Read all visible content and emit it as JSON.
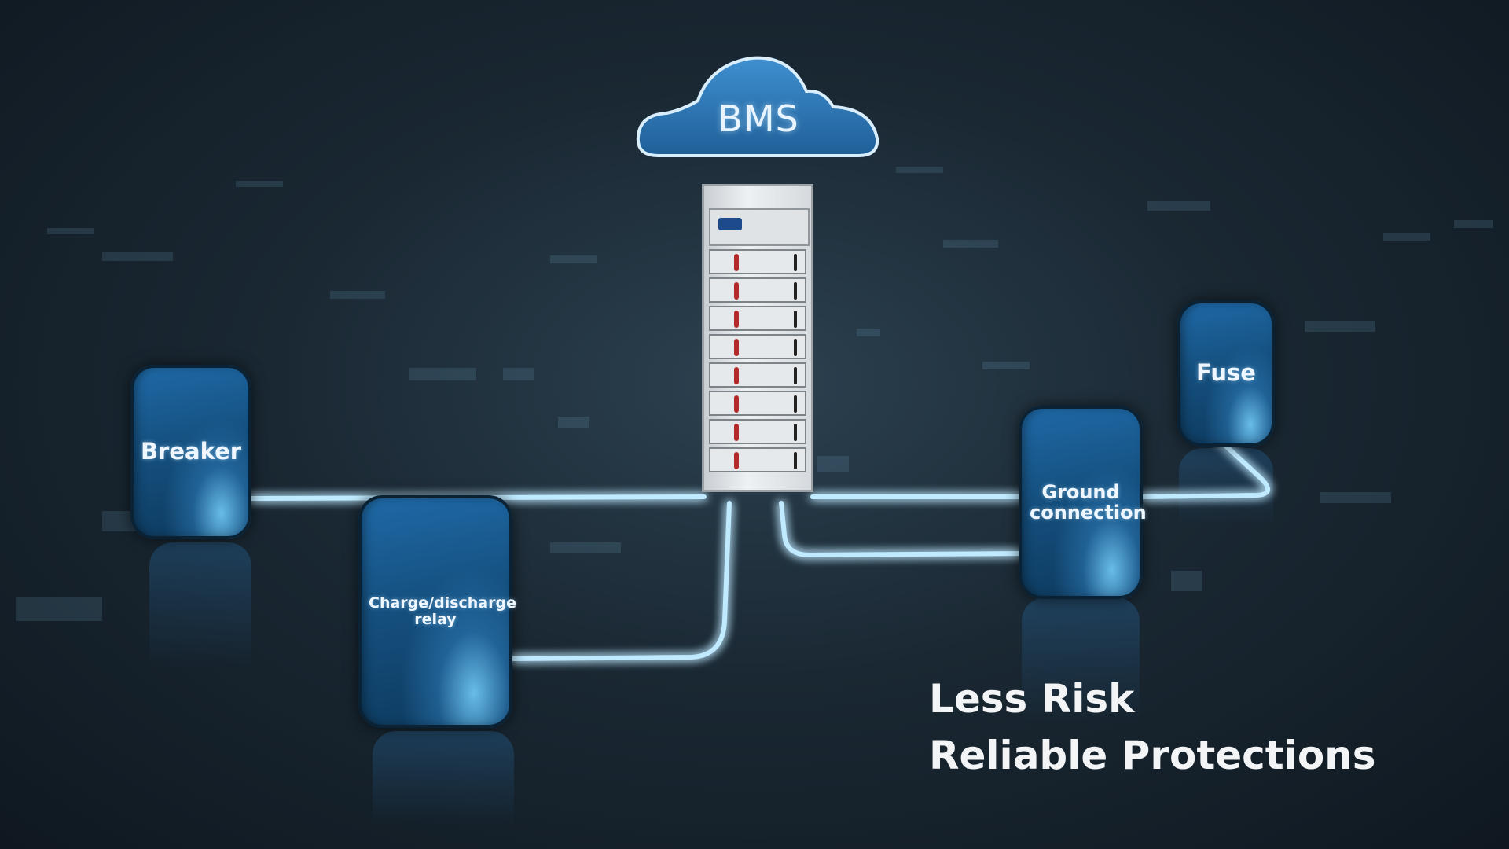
{
  "diagram": {
    "center": {
      "label": "BMS"
    },
    "components": [
      {
        "id": "breaker",
        "label": "Breaker"
      },
      {
        "id": "relay",
        "label": "Charge/discharge relay"
      },
      {
        "id": "ground",
        "label": "Ground connection"
      },
      {
        "id": "fuse",
        "label": "Fuse"
      }
    ]
  },
  "headline": {
    "line1": "Less Risk",
    "line2": "Reliable Protections"
  },
  "colors": {
    "node_blue": "#1a5d94",
    "glow_cyan": "#bfeaff",
    "background": "#1a2833",
    "text": "#f2f4f6"
  }
}
